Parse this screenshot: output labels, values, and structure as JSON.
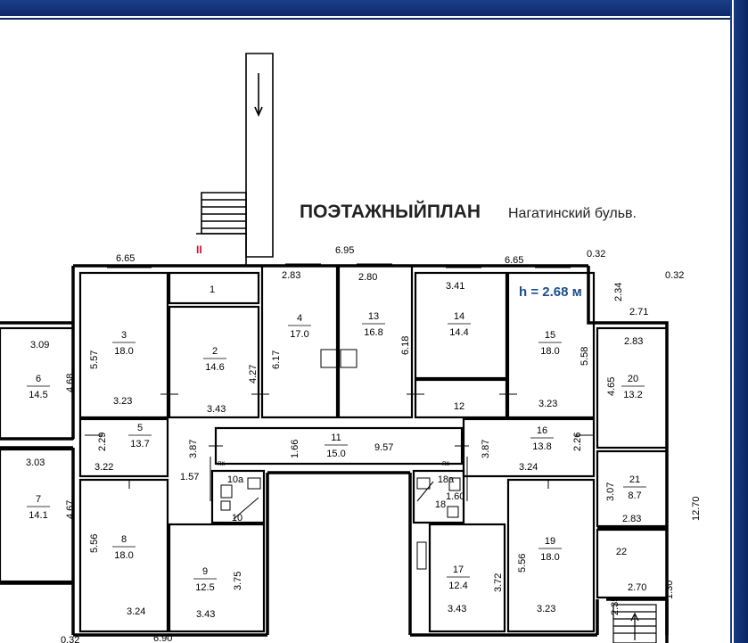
{
  "title": "ПОЭТАЖНЫЙПЛАН",
  "address": "Нагатинский бульв.",
  "height_label": "h = 2.68 м",
  "mark": "II",
  "rooms": [
    {
      "num": "1",
      "area": ""
    },
    {
      "num": "2",
      "area": "14.6"
    },
    {
      "num": "3",
      "area": "18.0"
    },
    {
      "num": "4",
      "area": "17.0"
    },
    {
      "num": "5",
      "area": "13.7"
    },
    {
      "num": "6",
      "area": "14.5"
    },
    {
      "num": "7",
      "area": "14.1"
    },
    {
      "num": "8",
      "area": "18.0"
    },
    {
      "num": "9",
      "area": "12.5"
    },
    {
      "num": "10",
      "area": ""
    },
    {
      "num": "10a",
      "area": ""
    },
    {
      "num": "11",
      "area": "15.0"
    },
    {
      "num": "12",
      "area": ""
    },
    {
      "num": "13",
      "area": "16.8"
    },
    {
      "num": "14",
      "area": "14.4"
    },
    {
      "num": "15",
      "area": "18.0"
    },
    {
      "num": "16",
      "area": "13.8"
    },
    {
      "num": "17",
      "area": "12.4"
    },
    {
      "num": "18",
      "area": ""
    },
    {
      "num": "18a",
      "area": ""
    },
    {
      "num": "19",
      "area": "18.0"
    },
    {
      "num": "20",
      "area": "13.2"
    },
    {
      "num": "21",
      "area": "8.7"
    },
    {
      "num": "22",
      "area": ""
    }
  ],
  "dims": [
    "6.65",
    "6.95",
    "6.65",
    "0.32",
    "0.32",
    "2.83",
    "2.80",
    "3.41",
    "2.34",
    "2.71",
    "3.09",
    "5.57",
    "4.68",
    "3.23",
    "6.17",
    "4.27",
    "3.43",
    "6.18",
    "3.23",
    "5.58",
    "2.83",
    "4.65",
    "2.29",
    "3.22",
    "3.87",
    "1.66",
    "9.57",
    "3.87",
    "3.24",
    "2.26",
    "3.03",
    "1.57",
    "1.60",
    "3.07",
    "4.67",
    "5.56",
    "3.75",
    "3.72",
    "5.56",
    "2.83",
    "12.70",
    "2.70",
    "1.30",
    "2.35",
    "3.24",
    "3.43",
    "3.43",
    "3.23",
    "0.32",
    "6.90"
  ],
  "pk_label": "пк"
}
